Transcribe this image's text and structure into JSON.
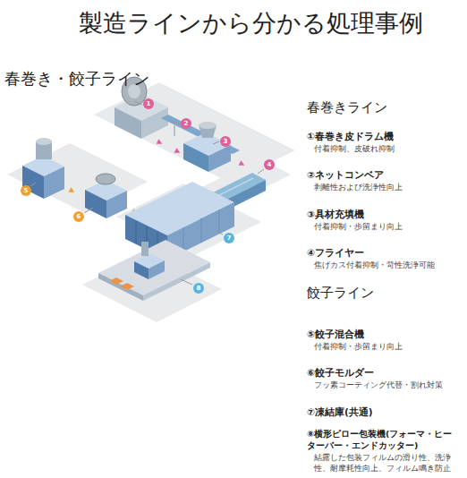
{
  "diagram": {
    "title": "製造ラインから分かる処理事例",
    "nodes": [
      {
        "text": [
          "1"
        ]
      },
      {
        "text": [
          "2"
        ]
      },
      {
        "text": [
          "3"
        ]
      },
      {
        "text": [
          "4"
        ]
      },
      {
        "text": [
          "5"
        ]
      },
      {
        "text": [
          "6"
        ]
      },
      {
        "text": [
          "7"
        ]
      },
      {
        "text": [
          "8"
        ]
      }
    ],
    "labels": [
      "春巻き・餃子ライン",
      "春巻きライン",
      "①春巻き皮ドラム機",
      "付着抑制、皮破れ抑制",
      "②ネットコンベア",
      "剥離性および洗浄性向上",
      "③具材充填機",
      "付着抑制・歩留まり向上",
      "④フライヤー",
      "焦げカス付着抑制・苛性洗浄可能",
      "餃子ライン",
      "⑤餃子混合機",
      "付着抑制・歩留まり向上",
      "⑥餃子モルダー",
      "フッ素コーティング代替・割れ対策",
      "⑦凍結庫(共通)",
      "⑧横形ピロー包装機(フォーマ・ヒー ターバー・エンドカッター)",
      "結露した包装フィルムの滑り性、洗浄 性、耐摩耗性向上、フィルム鳴き防止"
    ]
  }
}
